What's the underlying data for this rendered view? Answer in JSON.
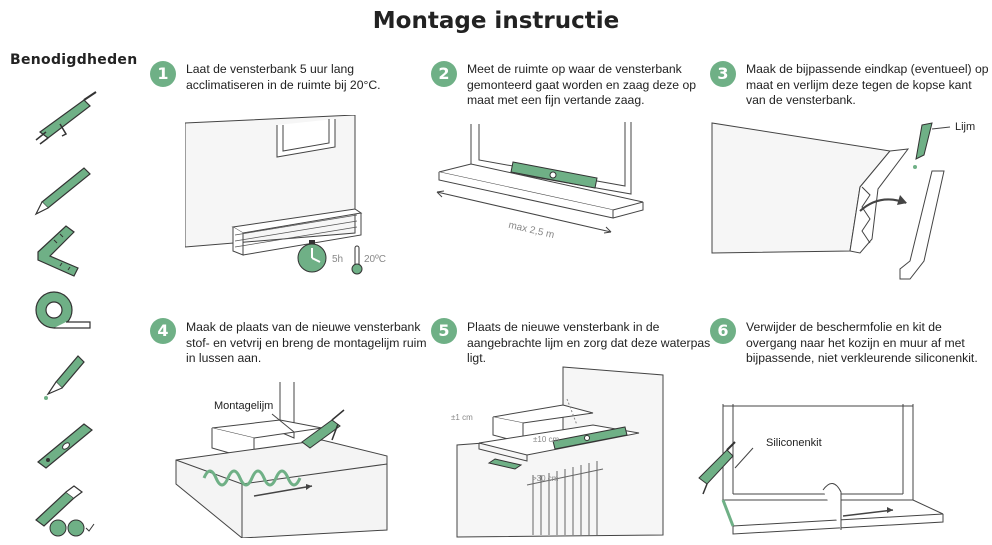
{
  "title": "Montage instructie",
  "tools": {
    "heading": "Benodigdheden",
    "items": [
      "kitpistool",
      "potlood",
      "winkelhaak",
      "rolmaat",
      "lijm",
      "waterpas",
      "zaag"
    ]
  },
  "steps": [
    {
      "number": "1",
      "text": "Laat de vensterbank 5 uur lang acclimatiseren in de ruimte bij 20°C.",
      "labels": {
        "time": "5h",
        "temp": "20ºC"
      }
    },
    {
      "number": "2",
      "text": "Meet de ruimte op waar de vensterbank gemonteerd gaat worden en zaag deze op maat met een fijn vertande zaag.",
      "labels": {
        "max": "max 2,5 m"
      }
    },
    {
      "number": "3",
      "text": "Maak de bijpassende eindkap (eventueel) op maat en verlijm deze tegen de kopse kant van de vensterbank.",
      "labels": {
        "glue": "Lijm"
      }
    },
    {
      "number": "4",
      "text": "Maak de plaats van de nieuwe vensterbank stof- en vetvrij en breng de montagelijm ruim in lussen aan.",
      "labels": {
        "glue": "Montagelijm"
      }
    },
    {
      "number": "5",
      "text": "Plaats de nieuwe vensterbank in de aangebrachte lijm en zorg dat deze waterpas ligt.",
      "labels": {
        "a": "±1 cm",
        "b": "±10 cm",
        "c": ">30 cm"
      }
    },
    {
      "number": "6",
      "text": "Verwijder de beschermfolie en kit de overgang naar het kozijn en muur af met bijpassende, niet verkleurende siliconenkit.",
      "labels": {
        "kit": "Siliconenkit"
      }
    }
  ],
  "colors": {
    "accent": "#6fb086",
    "line": "#333333",
    "fill": "#f4f4f4"
  }
}
